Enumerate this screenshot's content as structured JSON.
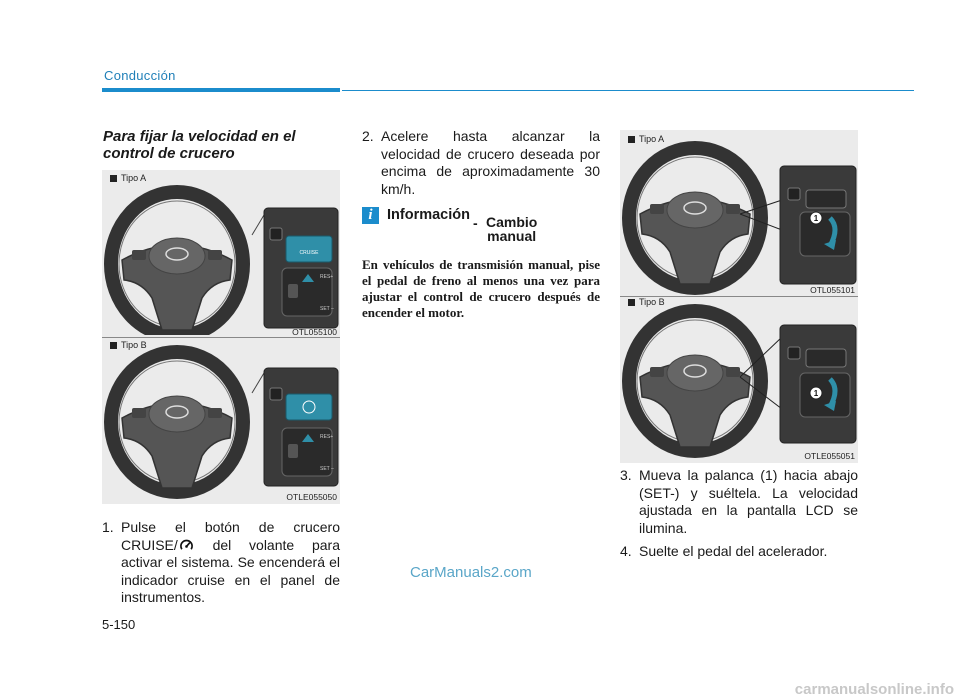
{
  "header": {
    "section_title": "Conducción"
  },
  "subheading": "Para fijar la velocidad en el control de crucero",
  "figures": {
    "left_top": {
      "label": "Tipo A",
      "code": "OTL055100",
      "button_text": "CRUISE",
      "res_text": "RES+",
      "set_text": "SET –"
    },
    "left_bottom": {
      "label": "Tipo B",
      "code": "OTLE055050",
      "res_text": "RES+",
      "set_text": "SET –"
    },
    "right_top": {
      "label": "Tipo A",
      "code": "OTL055101",
      "marker": "1"
    },
    "right_bottom": {
      "label": "Tipo B",
      "code": "OTLE055051",
      "marker": "1"
    }
  },
  "steps_left": [
    {
      "num": "1.",
      "text_before": "Pulse el botón de crucero CRUISE/",
      "text_after": " del volante para activar el sistema. Se encenderá el indicador cruise en el panel de instrumentos."
    }
  ],
  "steps_middle": [
    {
      "num": "2.",
      "text": "Acelere hasta alcanzar la velocidad de crucero deseada por encima de aproximadamente 30 km/h."
    }
  ],
  "info": {
    "icon": "i",
    "title": "Información",
    "dash": "-",
    "subtitle": "Cambio manual",
    "body": "En vehículos de transmisión manual, pise el pedal de freno al menos una vez para ajustar el control de crucero después de encender el motor."
  },
  "steps_right": [
    {
      "num": "3.",
      "text": "Mueva la palanca (1) hacia abajo (SET-) y suéltela. La velocidad ajustada en la pantalla LCD se ilumina."
    },
    {
      "num": "4.",
      "text": "Suelte el pedal del acelerador."
    }
  ],
  "watermark": "CarManuals2.com",
  "page_number": "5-150",
  "footer_watermark": "carmanualsonline.info",
  "colors": {
    "accent": "#1b8ccc",
    "highlight": "#2f8fa8"
  }
}
